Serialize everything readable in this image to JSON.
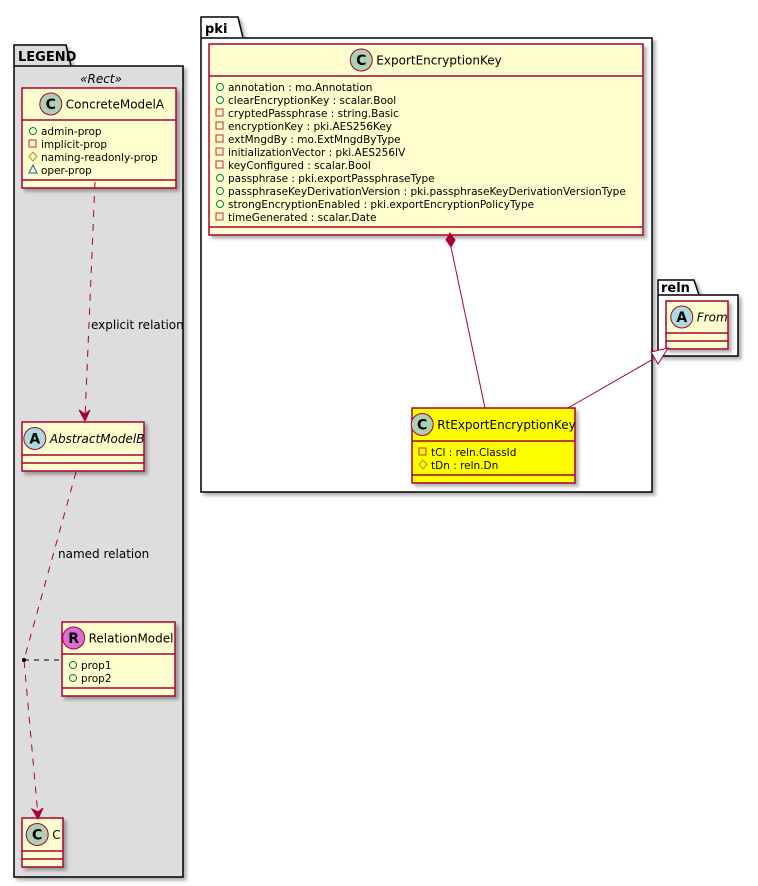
{
  "colors": {
    "class_fill": "#FEFECE",
    "highlight_fill": "#FFFF00",
    "border": "#A80036",
    "legend_fill": "#DDDDDD",
    "c_badge": "#ADD1B2",
    "a_badge": "#A9DCDF",
    "r_badge": "#DA70D6"
  },
  "packages": {
    "legend": {
      "name": "LEGEND",
      "stereotype": "«Rect»"
    },
    "pki": {
      "name": "pki"
    },
    "reln": {
      "name": "reln"
    }
  },
  "classes": {
    "concrete_model_a": {
      "badge": "C",
      "name": "ConcreteModelA",
      "italic": false,
      "attrs": [
        {
          "vis": "public",
          "text": "admin-prop"
        },
        {
          "vis": "private",
          "text": "implicit-prop"
        },
        {
          "vis": "protected",
          "text": "naming-readonly-prop"
        },
        {
          "vis": "package",
          "text": "oper-prop"
        }
      ]
    },
    "abstract_model_b": {
      "badge": "A",
      "name": "AbstractModelB",
      "italic": true,
      "attrs": []
    },
    "relation_model": {
      "badge": "R",
      "name": "RelationModel",
      "italic": false,
      "attrs": [
        {
          "vis": "public",
          "text": "prop1"
        },
        {
          "vis": "public",
          "text": "prop2"
        }
      ]
    },
    "c": {
      "badge": "C",
      "name": "C",
      "italic": false,
      "attrs": []
    },
    "export_encryption_key": {
      "badge": "C",
      "name": "ExportEncryptionKey",
      "italic": false,
      "attrs": [
        {
          "vis": "public",
          "text": "annotation : mo.Annotation"
        },
        {
          "vis": "public",
          "text": "clearEncryptionKey : scalar.Bool"
        },
        {
          "vis": "private",
          "text": "cryptedPassphrase : string.Basic"
        },
        {
          "vis": "private",
          "text": "encryptionKey : pki.AES256Key"
        },
        {
          "vis": "private",
          "text": "extMngdBy : mo.ExtMngdByType"
        },
        {
          "vis": "private",
          "text": "initializationVector : pki.AES256IV"
        },
        {
          "vis": "private",
          "text": "keyConfigured : scalar.Bool"
        },
        {
          "vis": "public",
          "text": "passphrase : pki.exportPassphraseType"
        },
        {
          "vis": "public",
          "text": "passphraseKeyDerivationVersion : pki.passphraseKeyDerivationVersionType"
        },
        {
          "vis": "public",
          "text": "strongEncryptionEnabled : pki.exportEncryptionPolicyType"
        },
        {
          "vis": "private",
          "text": "timeGenerated : scalar.Date"
        }
      ]
    },
    "rt_export_encryption_key": {
      "badge": "C",
      "name": "RtExportEncryptionKey",
      "italic": false,
      "highlight": true,
      "attrs": [
        {
          "vis": "private",
          "text": "tCl : reln.ClassId"
        },
        {
          "vis": "protected",
          "text": "tDn : reln.Dn"
        }
      ]
    },
    "from": {
      "badge": "A",
      "name": "From",
      "italic": true,
      "attrs": []
    }
  },
  "relations": {
    "explicit": {
      "label": "explicit relation",
      "type": "dependency"
    },
    "named": {
      "label": "named relation",
      "type": "dependency"
    },
    "composition": {
      "type": "composition"
    },
    "generalization": {
      "type": "generalization"
    }
  }
}
